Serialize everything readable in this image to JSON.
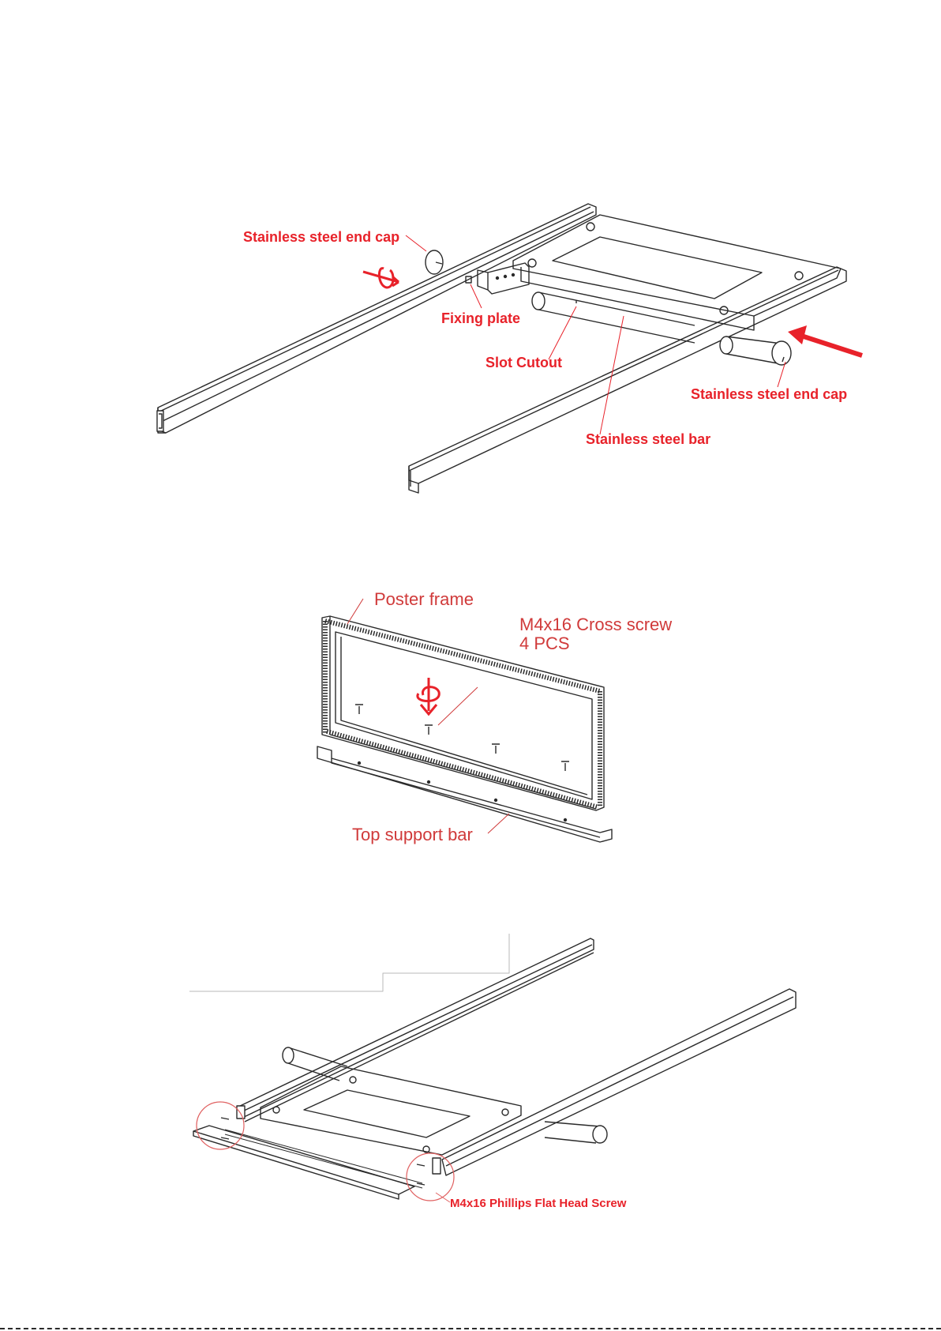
{
  "accent_color": "#e8222a",
  "line_color": "#2a2a2a",
  "figure1": {
    "labels": {
      "end_cap_left": "Stainless steel end cap",
      "fixing_plate": "Fixing plate",
      "slot_cutout": "Slot Cutout",
      "end_cap_right": "Stainless steel end cap",
      "steel_bar": "Stainless steel bar"
    }
  },
  "figure2": {
    "labels": {
      "poster_frame": "Poster frame",
      "screw_line1": "M4x16 Cross screw",
      "screw_line2": "4 PCS",
      "top_support_bar": "Top support bar"
    }
  },
  "figure3": {
    "labels": {
      "screw": "M4x16 Phillips Flat Head Screw"
    }
  }
}
